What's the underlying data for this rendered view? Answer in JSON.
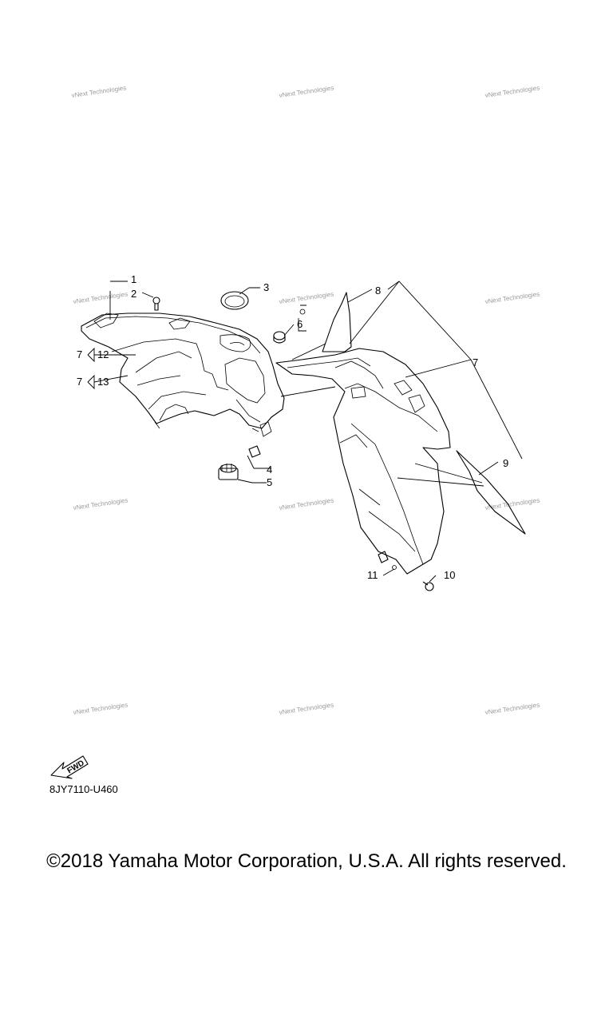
{
  "watermark_text": "vNext Technologies",
  "callouts": {
    "c1": "1",
    "c2": "2",
    "c3": "3",
    "c4": "4",
    "c5": "5",
    "c6": "6",
    "c7a": "7",
    "c7b": "7",
    "c7c": "7",
    "c8": "8",
    "c9": "9",
    "c10": "10",
    "c11": "11",
    "c12": "12",
    "c13": "13"
  },
  "fwd_label": "FWD",
  "drawing_code": "8JY7110-U460",
  "copyright": "©2018 Yamaha Motor Corporation, U.S.A. All rights reserved."
}
